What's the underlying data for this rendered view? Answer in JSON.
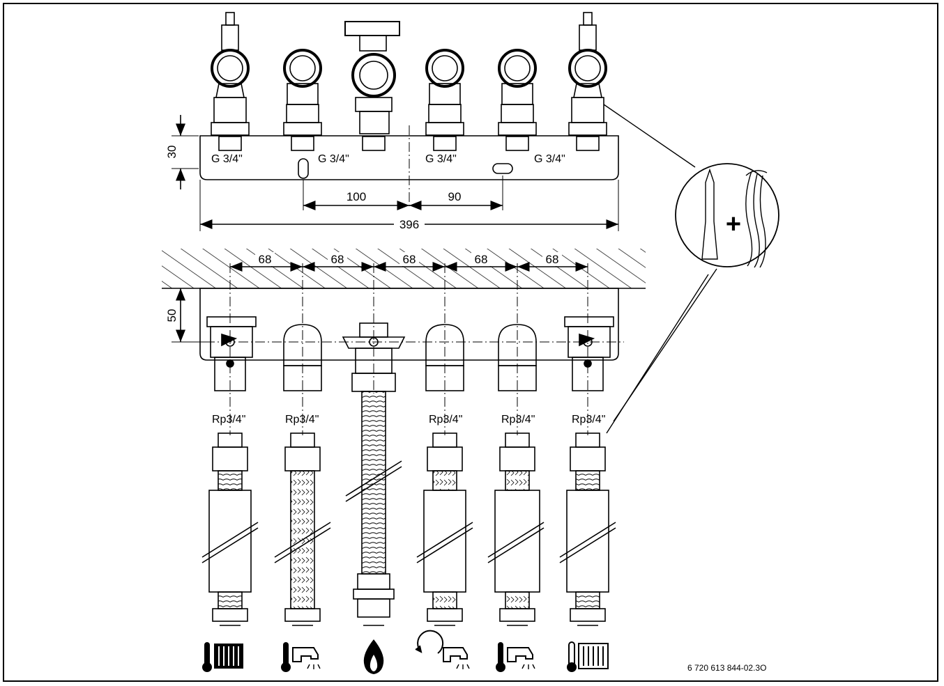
{
  "dimensions": {
    "height_top": "30",
    "span_left": "100",
    "span_right": "90",
    "overall_width": "396",
    "spacing": [
      "68",
      "68",
      "68",
      "68",
      "68"
    ],
    "height_bottom": "50"
  },
  "thread_labels_top": [
    "G 3/4\"",
    "G 3/4\"",
    "G 3/4\"",
    "G 3/4\""
  ],
  "thread_labels_bottom": [
    "Rp3/4\"",
    "Rp3/4\"",
    "Rp3/4\"",
    "Rp3/4\"",
    "Rp3/4\""
  ],
  "callout": {
    "plus": "+"
  },
  "connection_icons": [
    "heating-flow",
    "hot-water-outlet",
    "gas",
    "circulation",
    "cold-water-inlet",
    "heating-return"
  ],
  "figure_code": "6 720 613 844-02.3O"
}
